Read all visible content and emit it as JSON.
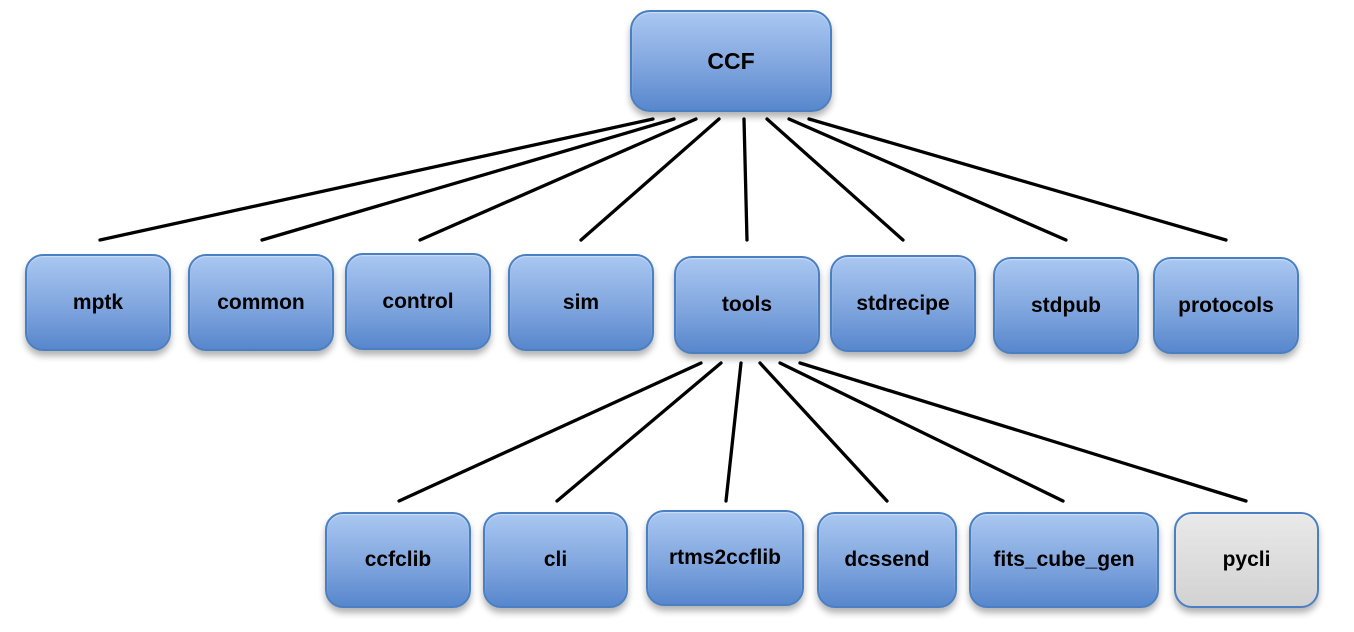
{
  "colors": {
    "background": "#ffffff",
    "node_fill_top": "#a9c7f1",
    "node_fill_mid": "#84a9e0",
    "node_fill_bottom": "#5887cd",
    "node_border": "#4a7fc1",
    "gray_fill_top": "#e9e9e9",
    "gray_fill_bottom": "#d2d2d2",
    "connector": "#000000",
    "label_color": "#000000"
  },
  "tree": {
    "root": {
      "label": "CCF"
    },
    "level2": [
      {
        "label": "mptk"
      },
      {
        "label": "common"
      },
      {
        "label": "control"
      },
      {
        "label": "sim"
      },
      {
        "label": "tools"
      },
      {
        "label": "stdrecipe"
      },
      {
        "label": "stdpub"
      },
      {
        "label": "protocols"
      }
    ],
    "level3": [
      {
        "label": "ccfclib"
      },
      {
        "label": "cli"
      },
      {
        "label": "rtms2ccflib"
      },
      {
        "label": "dcssend"
      },
      {
        "label": "fits_cube_gen"
      },
      {
        "label": "pycli"
      }
    ]
  }
}
